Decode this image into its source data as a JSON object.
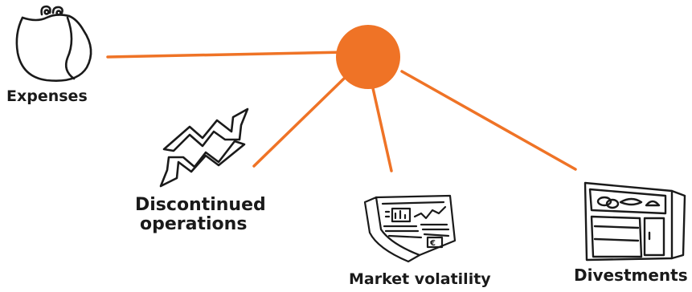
{
  "diagram": {
    "accent_color": "#ef7326",
    "line_color": "#ef7326",
    "hub": {
      "shape": "circle",
      "color": "#ef7326"
    },
    "nodes": [
      {
        "id": "expenses",
        "label": "Expenses",
        "icon": "purse-icon"
      },
      {
        "id": "discontinued",
        "label_line1": "Discontinued",
        "label_line2": "operations",
        "icon": "zigzag-arrows-icon"
      },
      {
        "id": "market",
        "label": "Market volatility",
        "icon": "newspaper-icon"
      },
      {
        "id": "divestments",
        "label": "Divestments",
        "icon": "shopfront-icon"
      }
    ]
  }
}
